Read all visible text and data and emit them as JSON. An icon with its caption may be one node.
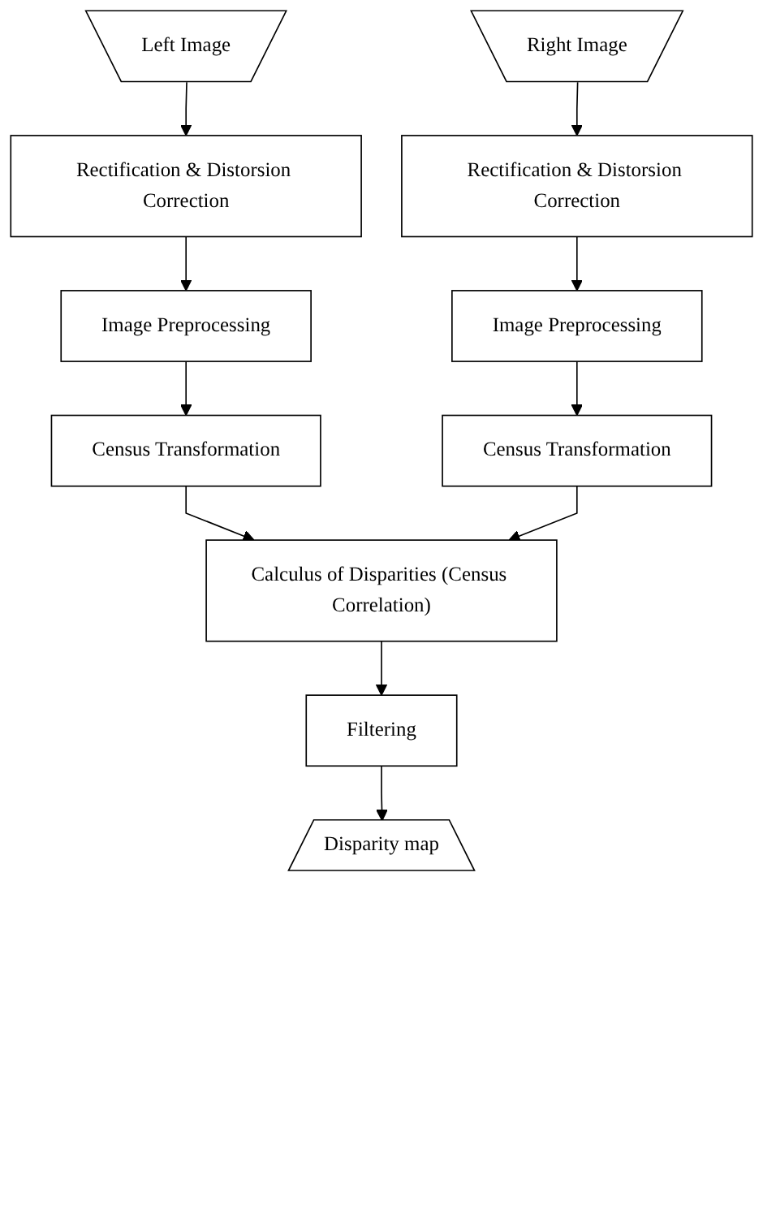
{
  "diagram": {
    "nodes": [
      {
        "text": [
          "Left Image"
        ]
      },
      {
        "text": [
          "Right Image"
        ]
      },
      {
        "text": [
          "Rectification & Distorsion Correction"
        ]
      },
      {
        "text": [
          "Rectification & Distorsion Correction"
        ]
      },
      {
        "text": [
          "Image Preprocessing"
        ]
      },
      {
        "text": [
          "Image Preprocessing"
        ]
      },
      {
        "text": [
          "Census Transformation"
        ]
      },
      {
        "text": [
          "Census Transformation"
        ]
      },
      {
        "text": [
          "Calculus of Disparities (Census Correlation)"
        ]
      },
      {
        "text": [
          "Filtering"
        ]
      },
      {
        "text": [
          "Disparity map"
        ]
      }
    ],
    "edges": [
      {
        "from": 0,
        "to": 2,
        "arrow": "to"
      },
      {
        "from": 2,
        "to": 4,
        "arrow": "to"
      },
      {
        "from": 4,
        "to": 6,
        "arrow": "to"
      },
      {
        "from": 1,
        "to": 3,
        "arrow": "to"
      },
      {
        "from": 3,
        "to": 5,
        "arrow": "to"
      },
      {
        "from": 5,
        "to": 7,
        "arrow": "to"
      },
      {
        "from": 6,
        "to": 8,
        "arrow": "to"
      },
      {
        "from": 7,
        "to": 8,
        "arrow": "to"
      },
      {
        "from": 8,
        "to": 9,
        "arrow": "to"
      },
      {
        "from": 9,
        "to": 10,
        "arrow": "to"
      }
    ]
  }
}
